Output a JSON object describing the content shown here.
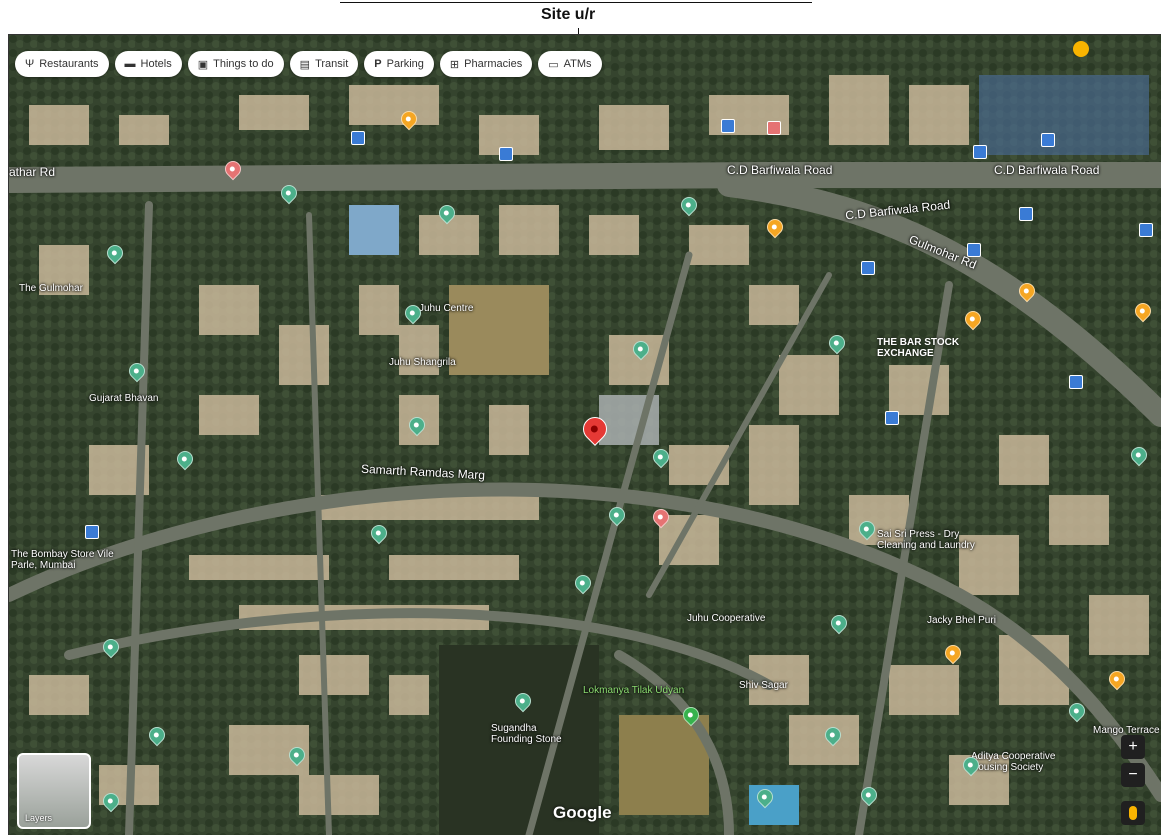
{
  "annotation": {
    "label": "Site u/r"
  },
  "chips": [
    {
      "icon": "fork-knife-icon",
      "glyph": "Ψ",
      "label": "Restaurants"
    },
    {
      "icon": "bed-icon",
      "glyph": "▬",
      "label": "Hotels"
    },
    {
      "icon": "camera-icon",
      "glyph": "▣",
      "label": "Things to do"
    },
    {
      "icon": "bus-icon",
      "glyph": "▤",
      "label": "Transit"
    },
    {
      "icon": "parking-icon",
      "glyph": "P",
      "label": "Parking"
    },
    {
      "icon": "pharmacy-icon",
      "glyph": "⊞",
      "label": "Pharmacies"
    },
    {
      "icon": "atm-icon",
      "glyph": "▭",
      "label": "ATMs"
    }
  ],
  "roads": {
    "cd_barfiwala_1": "C.D Barfiwala Road",
    "cd_barfiwala_2": "C.D Barfiwala Road",
    "cd_barfiwala_3": "C.D Barfiwala Road",
    "gulmohar": "Gulmohar Rd",
    "left_rd": "athar Rd",
    "samarth": "Samarth Ramdas Marg"
  },
  "places": {
    "bar_stock": "THE BAR STOCK EXCHANGE",
    "site_press": "Sai Sri Press - Dry Cleaning and Laundry",
    "bombay_store": "The Bombay Store Vile Parle, Mumbai",
    "jacky": "Jacky Bhel Puri",
    "sugandha": "Sugandha Founding Stone",
    "lokmanya": "Lokmanya Tilak Udyan",
    "aditya": "Aditya Cooperative Housing Society",
    "mango": "Mango Terrace",
    "juhu_shangrila": "Juhu Shangrila",
    "juhu_center": "Juhu Centre",
    "juhu_cooperative": "Juhu Cooperative",
    "shiv_sagar": "Shiv Sagar",
    "gulmohar_bhavan": "Gujarat Bhavan",
    "the_gulmohar": "The Gulmohar"
  },
  "map": {
    "attribution": "Google",
    "layers_label": "Layers",
    "zoom_in": "+",
    "zoom_out": "−"
  },
  "colors": {
    "chip_bg": "#ffffff",
    "marker": "#e53935",
    "poi_green": "#4caf8a",
    "poi_orange": "#f5a623",
    "poi_blue": "#3a7bd5",
    "poi_red": "#e57373"
  }
}
